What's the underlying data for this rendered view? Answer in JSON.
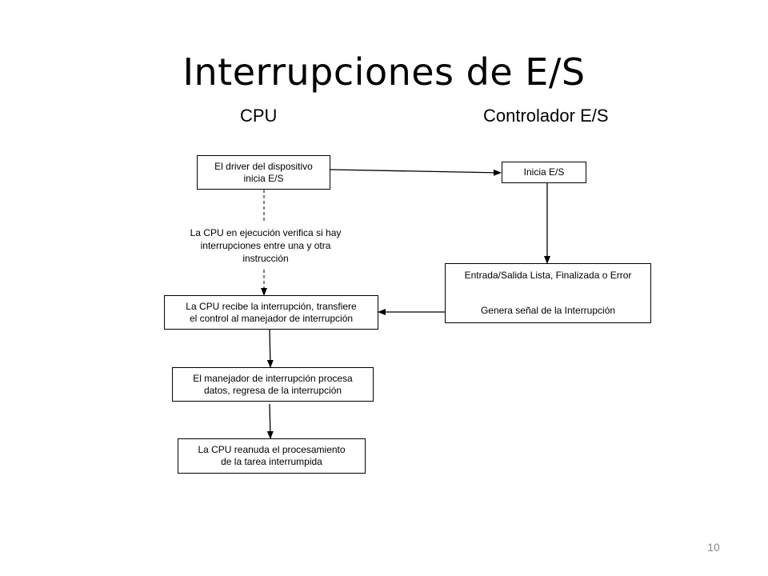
{
  "slide": {
    "title": "Interrupciones de E/S",
    "page_number": "10"
  },
  "columns": {
    "cpu": "CPU",
    "controller": "Controlador E/S"
  },
  "cpu_flow": {
    "driver_box": [
      "El driver del dispositivo",
      "inicia E/S"
    ],
    "check_note": [
      "La CPU en ejecución verifica si hay",
      "interrupciones entre una y otra",
      "instrucción"
    ],
    "receive_box": [
      "La CPU recibe la interrupción, transfiere",
      "el control al manejador de interrupción"
    ],
    "handler_box": [
      "El manejador  de interrupción procesa",
      "datos, regresa de la interrupción"
    ],
    "resume_box": [
      "La CPU reanuda el procesamiento",
      "de la tarea interrumpida"
    ]
  },
  "controller_flow": {
    "start_box": "Inicia E/S",
    "status_box": {
      "line1": "Entrada/Salida Lista, Finalizada o Error",
      "line2": "Genera  señal de la Interrupción"
    }
  }
}
